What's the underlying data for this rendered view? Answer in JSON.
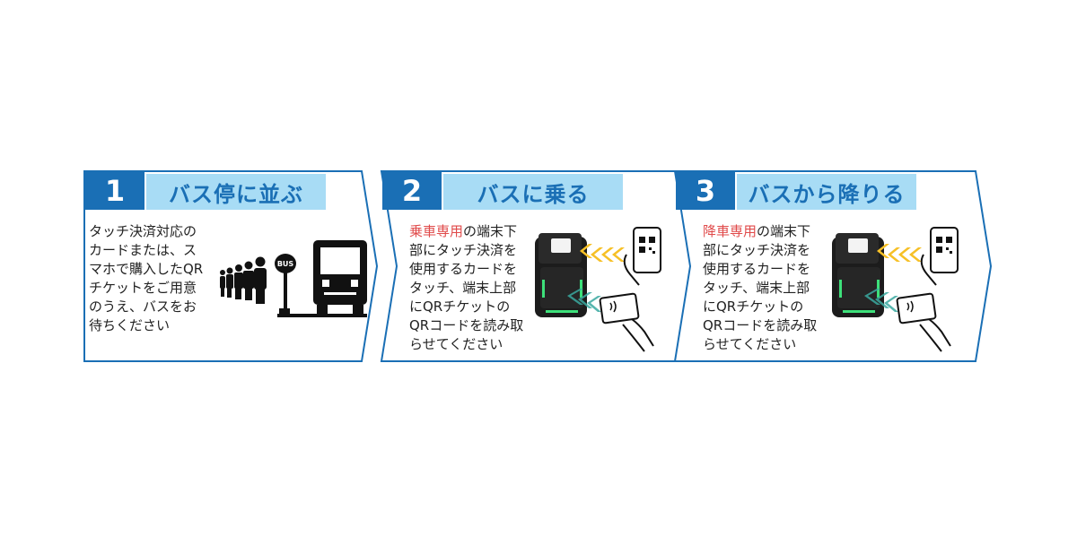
{
  "colors": {
    "accent": "#1a6fb5",
    "title_bg": "#a8dcf5",
    "highlight": "#e04a4a",
    "arrow_yellow": "#f6c026",
    "arrow_teal": "#3aa9a0"
  },
  "steps": [
    {
      "number": "1",
      "title": "バス停に並ぶ",
      "desc": "タッチ決済対応の\nカードまたは、ス\nマホで購入したQR\nチケットをご用意\nのうえ、バスをお\n待ちください",
      "illustration": "people-queue-bus-stop-icon"
    },
    {
      "number": "2",
      "title": "バスに乗る",
      "desc_highlight": "乗車専用",
      "desc_rest": "の端末下\n部にタッチ決済を\n使用するカードを\nタッチ、端末上部\nにQRチケットの\nQRコードを読み取\nらせてください",
      "illustration": "card-reader-terminal-icon"
    },
    {
      "number": "3",
      "title": "バスから降りる",
      "desc_highlight": "降車専用",
      "desc_rest": "の端末下\n部にタッチ決済を\n使用するカードを\nタッチ、端末上部\nにQRチケットの\nQRコードを読み取\nらせてください",
      "illustration": "card-reader-terminal-icon"
    }
  ],
  "bus_sign": "BUS"
}
